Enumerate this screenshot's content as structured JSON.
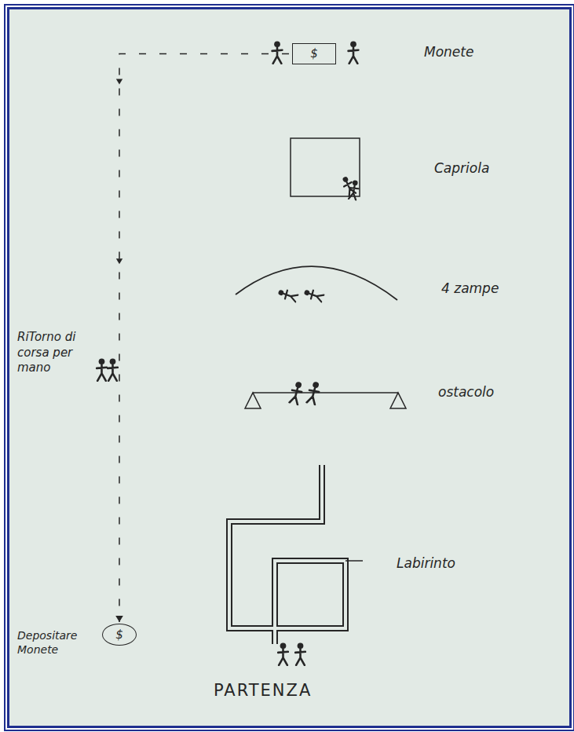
{
  "diagram": {
    "nodes": [
      {
        "text": [
          "$"
        ]
      },
      {
        "text": [
          "$"
        ]
      }
    ],
    "edges": [
      {
        "from": 0,
        "to": 1,
        "arrow": "to"
      }
    ],
    "labels": [
      "Monete",
      "Capriola",
      "4 zampe",
      "ostacolo",
      "RiTorno di corsa per mano",
      "Labirinto",
      "Depositare Monete",
      "PARTENZA"
    ]
  }
}
